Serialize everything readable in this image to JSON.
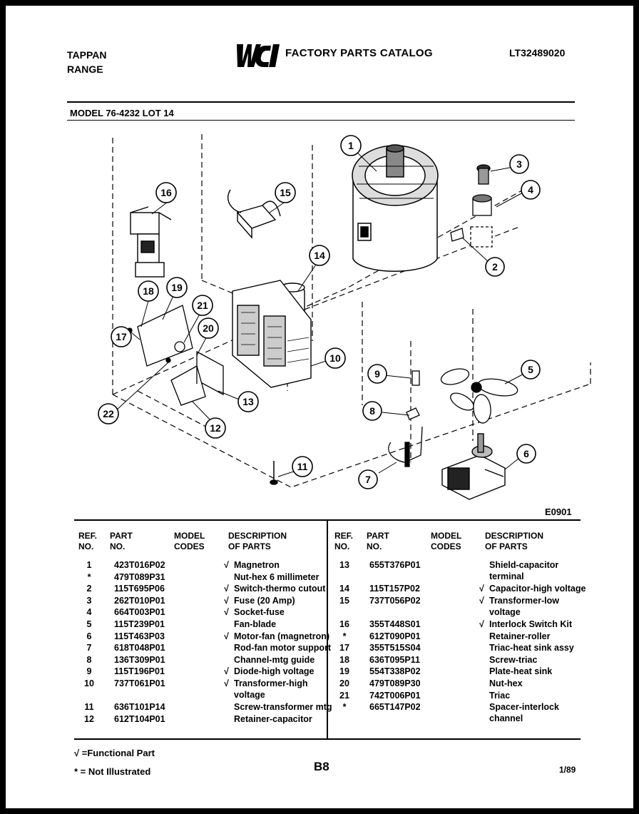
{
  "header": {
    "brand_line1": "TAPPAN",
    "brand_line2": "RANGE",
    "title": "FACTORY PARTS CATALOG",
    "catalog_number": "LT32489020",
    "model": "MODEL 76-4232 LOT 14"
  },
  "diagram": {
    "callouts": [
      "1"
    ],
    "figure_code": "E0901"
  },
  "table": {
    "headers": {
      "ref1": "REF.",
      "ref2": "NO.",
      "part1": "PART",
      "part2": "NO.",
      "model1": "MODEL",
      "model2": "CODES",
      "desc1": "DESCRIPTION",
      "desc2": "OF PARTS"
    },
    "left": [
      {
        "ref": "1",
        "part": "423T016P02",
        "check": "√",
        "desc": [
          "Magnetron"
        ]
      },
      {
        "ref": "*",
        "part": "479T089P31",
        "check": "",
        "desc": [
          "Nut-hex 6 millimeter"
        ]
      },
      {
        "ref": "2",
        "part": "115T695P06",
        "check": "√",
        "desc": [
          "Switch-thermo cutout"
        ]
      },
      {
        "ref": "3",
        "part": "262T010P01",
        "check": "√",
        "desc": [
          "Fuse (20 Amp)"
        ]
      },
      {
        "ref": "4",
        "part": "664T003P01",
        "check": "√",
        "desc": [
          "Socket-fuse"
        ]
      },
      {
        "ref": "5",
        "part": "115T239P01",
        "check": "",
        "desc": [
          "Fan-blade"
        ]
      },
      {
        "ref": "6",
        "part": "115T463P03",
        "check": "√",
        "desc": [
          "Motor-fan (magnetron)"
        ]
      },
      {
        "ref": "7",
        "part": "618T048P01",
        "check": "",
        "desc": [
          "Rod-fan motor support"
        ]
      },
      {
        "ref": "8",
        "part": "136T309P01",
        "check": "",
        "desc": [
          "Channel-mtg guide"
        ]
      },
      {
        "ref": "9",
        "part": "115T196P01",
        "check": "√",
        "desc": [
          "Diode-high voltage"
        ]
      },
      {
        "ref": "10",
        "part": "737T061P01",
        "check": "√",
        "desc": [
          "Transformer-high",
          "voltage"
        ]
      },
      {
        "ref": "11",
        "part": "636T101P14",
        "check": "",
        "desc": [
          "Screw-transformer mtg"
        ]
      },
      {
        "ref": "12",
        "part": "612T104P01",
        "check": "",
        "desc": [
          "Retainer-capacitor"
        ]
      }
    ],
    "right": [
      {
        "ref": "13",
        "part": "655T376P01",
        "check": "",
        "desc": [
          "Shield-capacitor",
          "terminal"
        ]
      },
      {
        "ref": "14",
        "part": "115T157P02",
        "check": "√",
        "desc": [
          "Capacitor-high voltage"
        ]
      },
      {
        "ref": "15",
        "part": "737T056P02",
        "check": "√",
        "desc": [
          "Transformer-low",
          "voltage"
        ]
      },
      {
        "ref": "16",
        "part": "355T448S01",
        "check": "√",
        "desc": [
          "Interlock Switch Kit"
        ]
      },
      {
        "ref": "*",
        "part": "612T090P01",
        "check": "",
        "desc": [
          "Retainer-roller"
        ]
      },
      {
        "ref": "17",
        "part": "355T515S04",
        "check": "",
        "desc": [
          "Triac-heat sink assy"
        ]
      },
      {
        "ref": "18",
        "part": "636T095P11",
        "check": "",
        "desc": [
          "Screw-triac"
        ]
      },
      {
        "ref": "19",
        "part": "554T338P02",
        "check": "",
        "desc": [
          "Plate-heat sink"
        ]
      },
      {
        "ref": "20",
        "part": "479T089P30",
        "check": "",
        "desc": [
          "Nut-hex"
        ]
      },
      {
        "ref": "21",
        "part": "742T006P01",
        "check": "",
        "desc": [
          "Triac"
        ]
      },
      {
        "ref": "*",
        "part": "665T147P02",
        "check": "",
        "desc": [
          "Spacer-interlock",
          "channel"
        ]
      }
    ]
  },
  "footer": {
    "functional": "√ =Functional Part",
    "not_illustrated": "* = Not Illustrated",
    "page": "B8",
    "date": "1/89"
  }
}
